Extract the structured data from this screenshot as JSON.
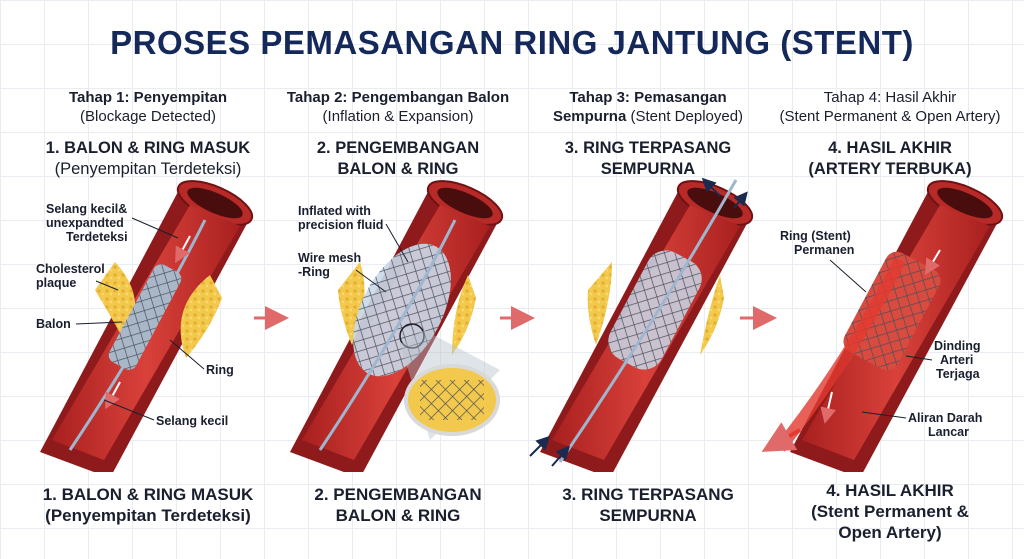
{
  "title": "PROSES PEMASANGAN RING JANTUNG (STENT)",
  "stages": [
    {
      "head_bold": "Tahap 1: Penyempitan",
      "head_rest": "(Blockage Detected)",
      "sub_line1": "1. BALON & RING MASUK",
      "sub_line2": "(Penyempitan Terdeteksi)",
      "callouts": [
        "Selang kecil&",
        "unexpandted",
        "Terdeteksi",
        "Cholesterol",
        "plaque",
        "Balon",
        "Ring",
        "Selang kecil"
      ],
      "footer_line1": "1. BALON & RING MASUK",
      "footer_line2": "(Penyempitan Terdeteksi)",
      "footer_line3": ""
    },
    {
      "head_bold": "Tahap 2: Pengembangan Balon",
      "head_rest": "(Inflation & Expansion)",
      "sub_line1": "2. PENGEMBANGAN",
      "sub_line2": "BALON & RING",
      "callouts": [
        "Inflated with",
        "precision fluid",
        "Wire mesh",
        "-Ring"
      ],
      "footer_line1": "2. PENGEMBANGAN",
      "footer_line2": "BALON & RING",
      "footer_line3": ""
    },
    {
      "head_bold": "Tahap 3: Pemasangan",
      "head_bold2": "Sempurna",
      "head_rest": "(Stent Deployed)",
      "sub_line1": "3. RING TERPASANG",
      "sub_line2": "SEMPURNA",
      "callouts": [],
      "footer_line1": "3. RING TERPASANG",
      "footer_line2": "SEMPURNA",
      "footer_line3": ""
    },
    {
      "head_bold": "Tahap 4: Hasil Akhir",
      "head_rest": "(Stent Permanent & Open Artery)",
      "sub_line1": "4. HASIL AKHIR",
      "sub_line2": "(ARTERY TERBUKA)",
      "callouts": [
        "Ring (Stent)",
        "Permanen",
        "Dinding",
        "Arteri",
        "Terjaga",
        "Aliran Darah",
        "Lancar"
      ],
      "footer_line1": "4. HASIL AKHIR",
      "footer_line2": "(Stent Permanent &",
      "footer_line3": "Open Artery)"
    }
  ],
  "colors": {
    "title": "#14285a",
    "artery_outer": "#9e1b1f",
    "artery_inner": "#c8322e",
    "plaque": "#f2c94c",
    "stent": "#4a4f5a",
    "balloon": "#c9d9ea",
    "arrow": "#e06a6a"
  }
}
